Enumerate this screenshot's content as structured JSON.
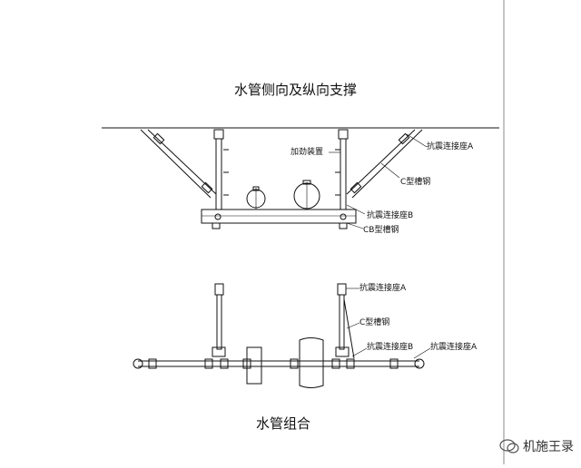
{
  "titles": {
    "top": "水管侧向及纵向支撑",
    "bottom": "水管组合"
  },
  "labels": {
    "stiffener": "加劲装置",
    "seismic_connector_a_top": "抗震连接座A",
    "c_channel_top": "C型槽钢",
    "seismic_connector_b_top": "抗震连接座B",
    "cb_channel": "CB型槽钢",
    "seismic_connector_a_mid": "抗震连接座A",
    "c_channel_bottom": "C型槽钢",
    "seismic_connector_b_bottom": "抗震连接座B",
    "seismic_connector_a_bottom": "抗震连接座A"
  },
  "watermark": "机施王录",
  "colors": {
    "line": "#111111",
    "border": "#666666"
  }
}
